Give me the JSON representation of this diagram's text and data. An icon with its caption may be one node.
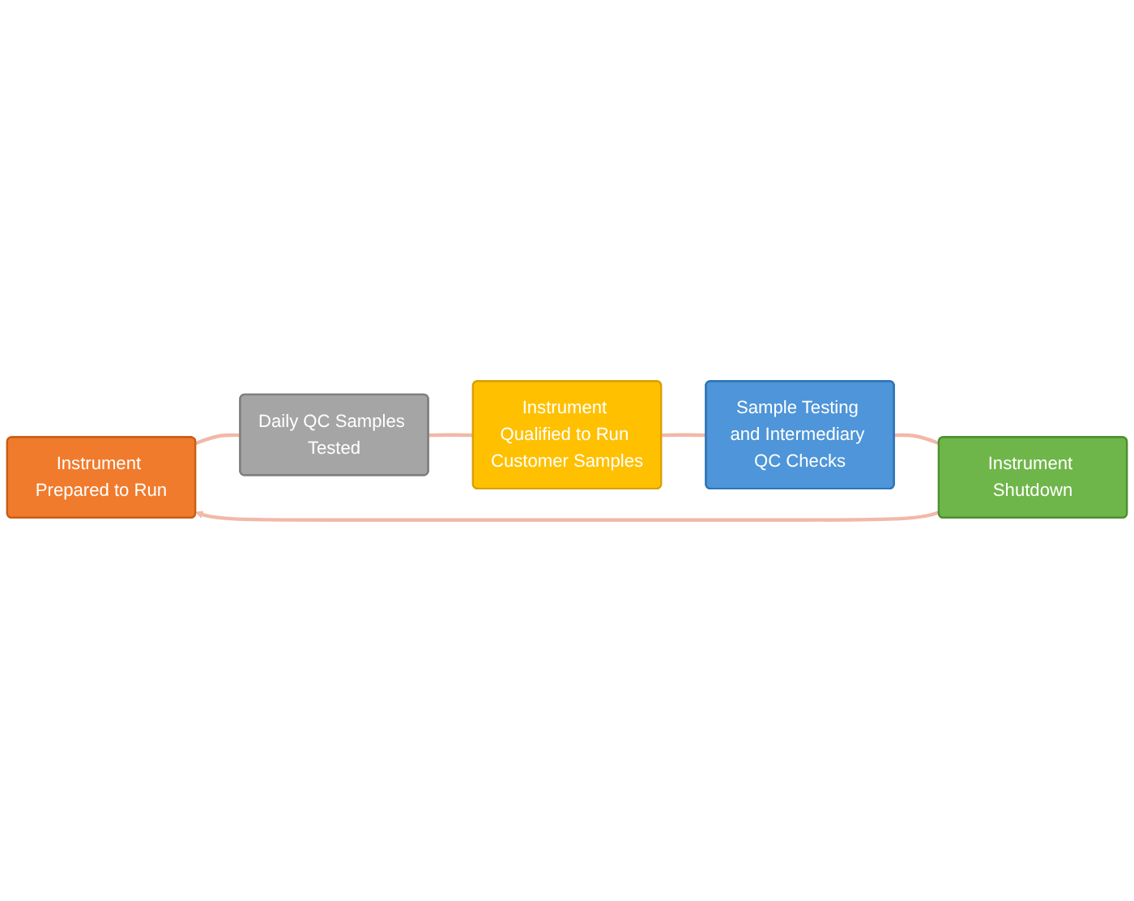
{
  "diagram": {
    "nodes": [
      {
        "text": [
          "Instrument Prepared to Run"
        ]
      },
      {
        "text": [
          "Daily QC Samples Tested"
        ]
      },
      {
        "text": [
          "Instrument Qualified to Run Customer Samples"
        ]
      },
      {
        "text": [
          "Sample Testing and Intermediary QC Checks"
        ]
      },
      {
        "text": [
          "Instrument Shutdown"
        ]
      }
    ],
    "edges": [
      {
        "from": 0,
        "to": 1,
        "arrow": "none"
      },
      {
        "from": 1,
        "to": 2,
        "arrow": "none"
      },
      {
        "from": 2,
        "to": 3,
        "arrow": "none"
      },
      {
        "from": 3,
        "to": 4,
        "arrow": "none"
      },
      {
        "from": 4,
        "to": 0,
        "arrow": "to"
      }
    ]
  }
}
